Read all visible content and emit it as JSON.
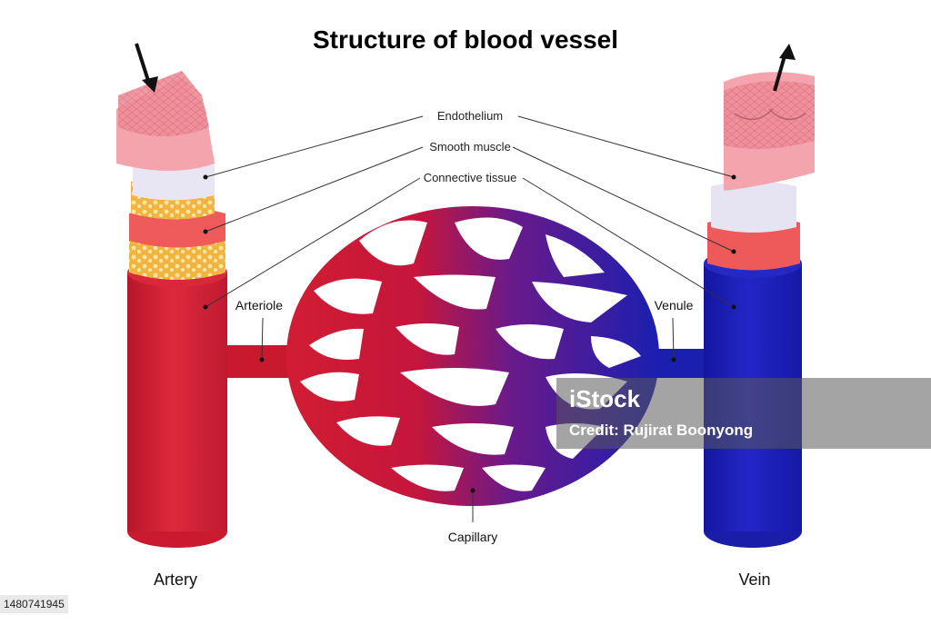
{
  "title": "Structure of blood vessel",
  "labels": {
    "endothelium": "Endothelium",
    "smooth_muscle": "Smooth muscle",
    "connective_tissue": "Connective tissue",
    "arteriole": "Arteriole",
    "venule": "Venule",
    "capillary": "Capillary",
    "artery": "Artery",
    "vein": "Vein"
  },
  "watermark": {
    "logo": "iStock",
    "credit": "Credit: Rujirat Boonyong"
  },
  "stock_id": "1480741945",
  "colors": {
    "artery_red": "#d11d33",
    "vein_blue": "#1b1fb0",
    "endothelium_pink": "#f0a0a8",
    "connective_yellow": "#f2b43e"
  }
}
